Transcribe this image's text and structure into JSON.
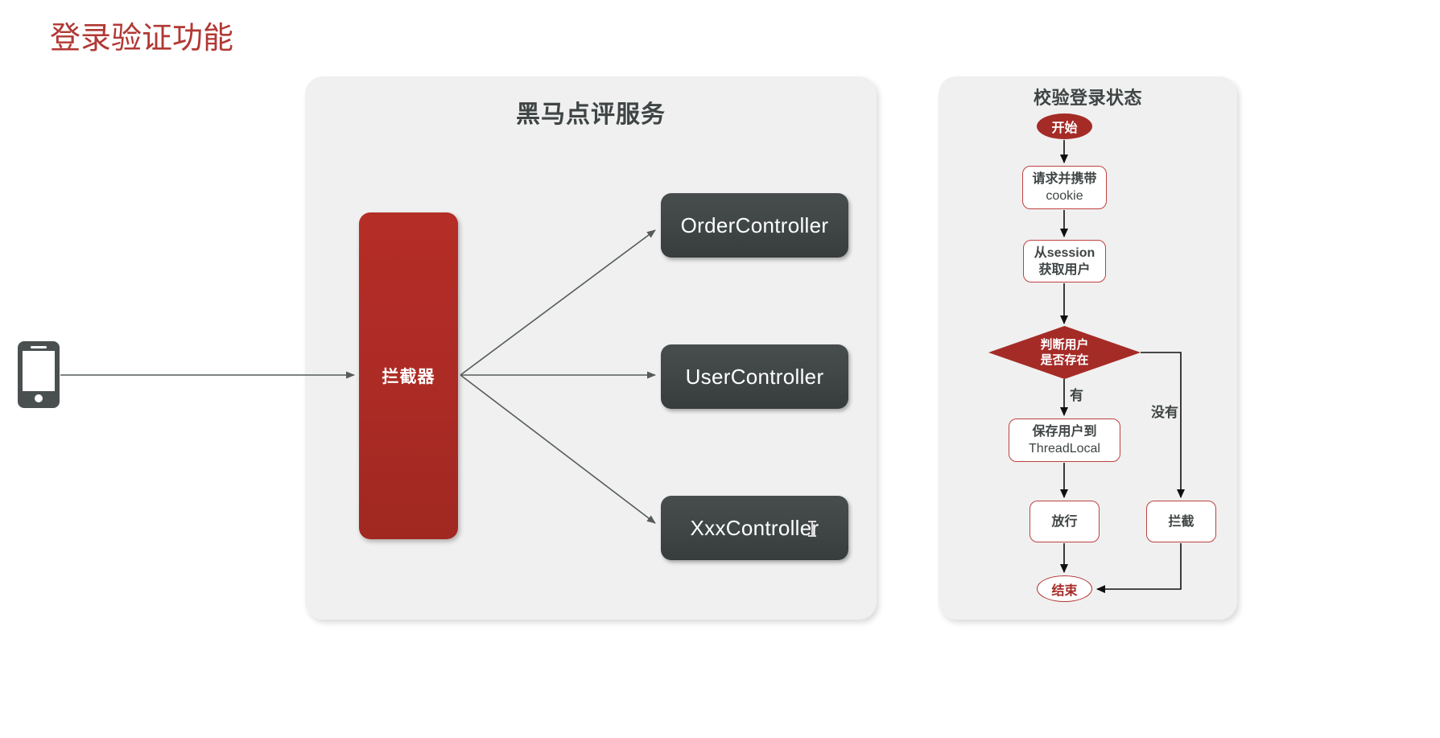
{
  "page": {
    "title": "登录验证功能",
    "title_color": "#b13834",
    "background": "#ffffff"
  },
  "colors": {
    "panel_bg": "#f0f0f0",
    "accent_red": "#a52b27",
    "interceptor_red": "#ad2b25",
    "controller_dark": "#414747",
    "node_border_red": "#bf4040",
    "text_dark": "#3f4444",
    "arrow_gray": "#555b5b",
    "arrow_black": "#101010"
  },
  "client": {
    "icon": "mobile-phone-icon",
    "label": ""
  },
  "service_panel": {
    "title": "黑马点评服务",
    "interceptor": {
      "label": "拦截器"
    },
    "controllers": [
      {
        "id": "order",
        "label": "OrderController"
      },
      {
        "id": "user",
        "label": "UserController"
      },
      {
        "id": "xxx",
        "label": "XxxController",
        "has_text_cursor": true
      }
    ]
  },
  "flow_panel": {
    "title": "校验登录状态",
    "nodes": [
      {
        "id": "start",
        "shape": "ellipse",
        "label": "开始"
      },
      {
        "id": "request",
        "shape": "rounded",
        "line1": "请求并携带",
        "line2": "cookie"
      },
      {
        "id": "session",
        "shape": "rounded",
        "line1": "从session",
        "line2": "获取用户"
      },
      {
        "id": "decide",
        "shape": "diamond",
        "line1": "判断用户",
        "line2": "是否存在"
      },
      {
        "id": "save",
        "shape": "rounded",
        "line1": "保存用户到",
        "line2": "ThreadLocal"
      },
      {
        "id": "pass",
        "shape": "rounded",
        "line1": "放行",
        "line2": ""
      },
      {
        "id": "block",
        "shape": "rounded",
        "line1": "拦截",
        "line2": ""
      },
      {
        "id": "end",
        "shape": "ellipse",
        "label": "结束"
      }
    ],
    "edge_labels": {
      "yes": "有",
      "no": "没有"
    }
  }
}
